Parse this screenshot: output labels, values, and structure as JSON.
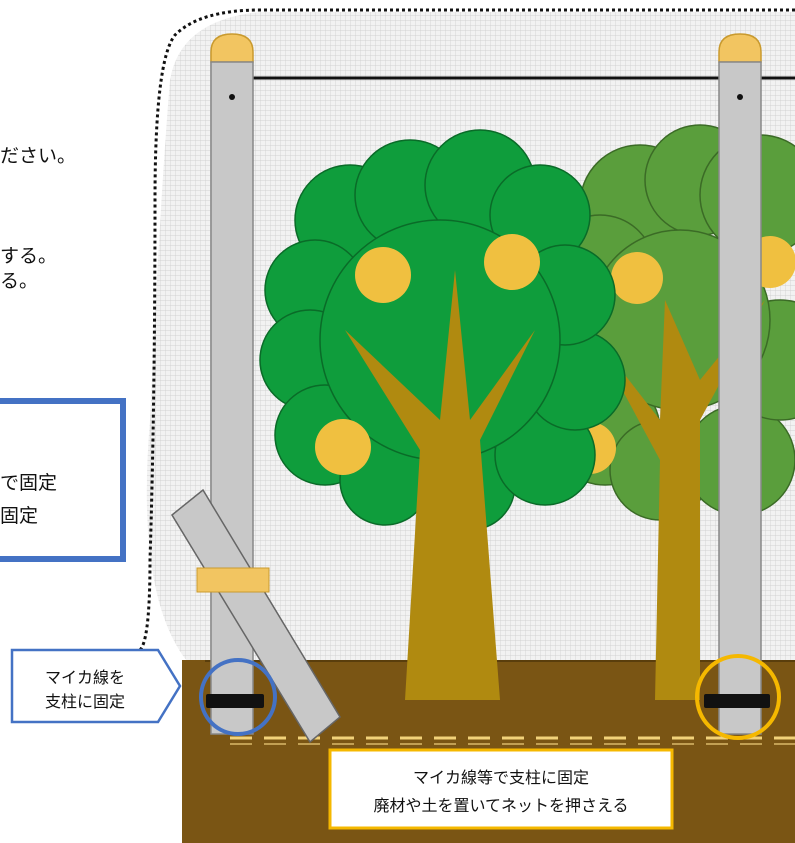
{
  "left_text": {
    "line1": "ださい。",
    "line2": "する。",
    "line3": "る。",
    "box_line1": "で固定",
    "box_line2": "固定"
  },
  "callouts": {
    "blue": {
      "line1": "マイカ線を",
      "line2": "支柱に固定",
      "color": "#4472c4"
    },
    "yellow": {
      "line1": "マイカ線等で支柱に固定",
      "line2": "廃材や土を置いてネットを押さえる",
      "color": "#f5b800"
    }
  },
  "colors": {
    "ground": "#7a5514",
    "net": "#f0f0f0",
    "post": "#c8c8c8",
    "cap": "#f2c561",
    "tree_front": "#0f9d3c",
    "tree_back": "#5a9e3c",
    "trunk": "#b08a10",
    "fruit": "#f0c040"
  }
}
